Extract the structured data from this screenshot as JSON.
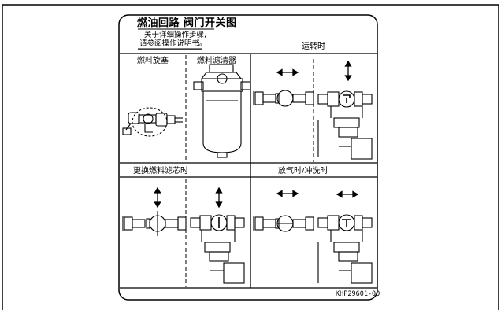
{
  "title": "燃油回路  阀门开关图",
  "instructions": {
    "line1": "关于详细操作步骤,",
    "line2": "请参阅操作说明书。"
  },
  "panels": {
    "running": "运转时",
    "fuel_cock": "燃料旋塞",
    "fuel_filter": "燃料滤清器",
    "replace_filter": "更换燃料滤芯时",
    "bleeding": "放气时/冲洗时"
  },
  "part_number": "KHP29601-00",
  "icons": [
    "horizontal-arrow-icon",
    "vertical-arrow-icon",
    "valve-icon",
    "fuel-filter-icon",
    "fuel-cock-icon"
  ],
  "colors": {
    "ink": "#000000",
    "background": "#ffffff"
  }
}
